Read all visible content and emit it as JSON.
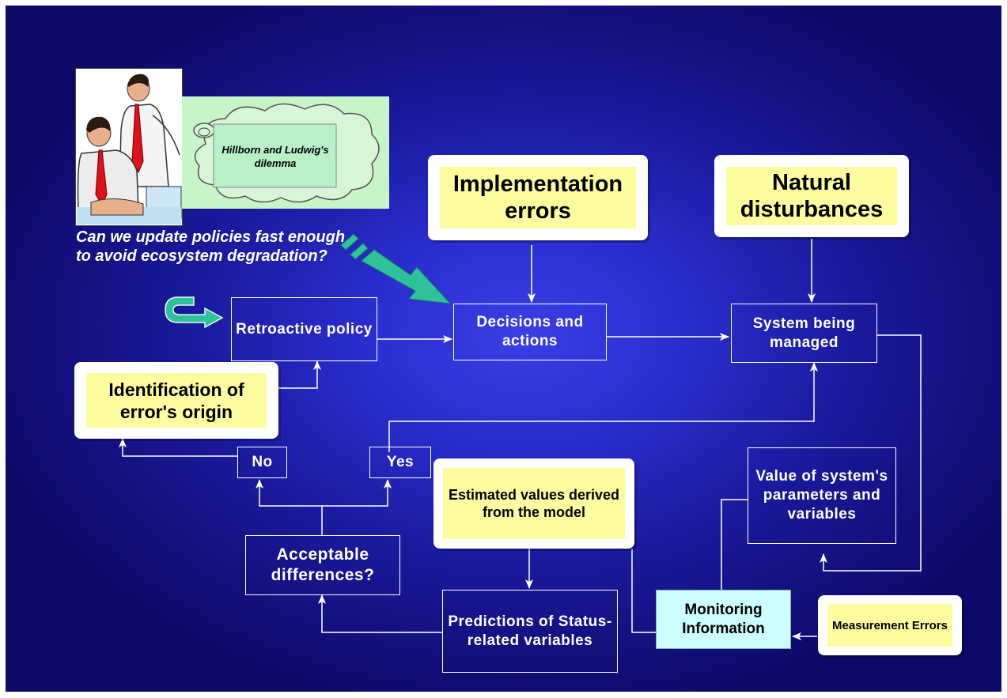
{
  "dilemma": {
    "text": "Hillborn and Ludwig's dilemma"
  },
  "question": "Can we update policies fast enough to avoid ecosystem degradation?",
  "boxes": {
    "implementation_errors": "Implementation errors",
    "natural_disturbances": "Natural disturbances",
    "retroactive_policy": "Retroactive policy",
    "decisions_actions": "Decisions and actions",
    "system_managed": "System being managed",
    "identification": "Identification of error's origin",
    "no": "No",
    "yes": "Yes",
    "estimated_values": "Estimated values derived from the model",
    "value_params": "Value of system's parameters and variables",
    "acceptable": "Acceptable differences?",
    "predictions": "Predictions of Status-related variables",
    "monitoring": "Monitoring Information",
    "measurement": "Measurement Errors"
  },
  "colors": {
    "background": "#1a1a9e",
    "highlight": "#fdfda0",
    "cloud": "#c8f5c8",
    "arrow_green": "#2ec29a",
    "monitoring": "#ccffff"
  }
}
